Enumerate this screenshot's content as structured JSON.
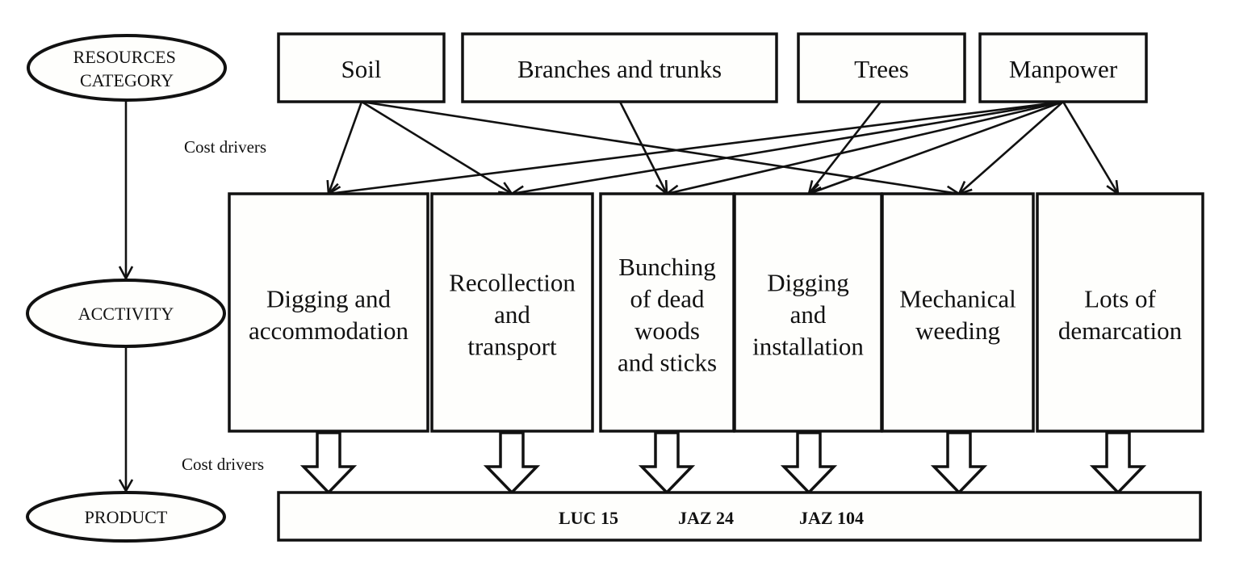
{
  "levels": {
    "resources": "RESOURCES\nCATEGORY",
    "activity": "ACCTIVITY",
    "product": "PRODUCT"
  },
  "labels": {
    "cost_drivers_top": "Cost drivers",
    "cost_drivers_bottom": "Cost drivers"
  },
  "resources": [
    {
      "id": "soil",
      "label": "Soil"
    },
    {
      "id": "branches",
      "label": "Branches and trunks"
    },
    {
      "id": "trees",
      "label": "Trees"
    },
    {
      "id": "manpower",
      "label": "Manpower"
    }
  ],
  "activities": [
    {
      "id": "digging-accommodation",
      "label": "Digging and\naccommodation"
    },
    {
      "id": "recollection-transport",
      "label": "Recollection\nand\ntransport"
    },
    {
      "id": "bunching",
      "label": "Bunching\nof dead\nwoods\nand sticks"
    },
    {
      "id": "digging-installation",
      "label": "Digging\nand\ninstallation"
    },
    {
      "id": "mechanical-weeding",
      "label": "Mechanical\nweeding"
    },
    {
      "id": "lots-demarcation",
      "label": "Lots of\ndemarcation"
    }
  ],
  "links": [
    {
      "from": "soil",
      "to": "digging-accommodation"
    },
    {
      "from": "soil",
      "to": "recollection-transport"
    },
    {
      "from": "soil",
      "to": "mechanical-weeding"
    },
    {
      "from": "branches",
      "to": "bunching"
    },
    {
      "from": "trees",
      "to": "digging-installation"
    },
    {
      "from": "manpower",
      "to": "digging-accommodation"
    },
    {
      "from": "manpower",
      "to": "recollection-transport"
    },
    {
      "from": "manpower",
      "to": "bunching"
    },
    {
      "from": "manpower",
      "to": "digging-installation"
    },
    {
      "from": "manpower",
      "to": "mechanical-weeding"
    },
    {
      "from": "manpower",
      "to": "lots-demarcation"
    }
  ],
  "products": [
    "LUC 15",
    "JAZ 24",
    "JAZ 104"
  ]
}
